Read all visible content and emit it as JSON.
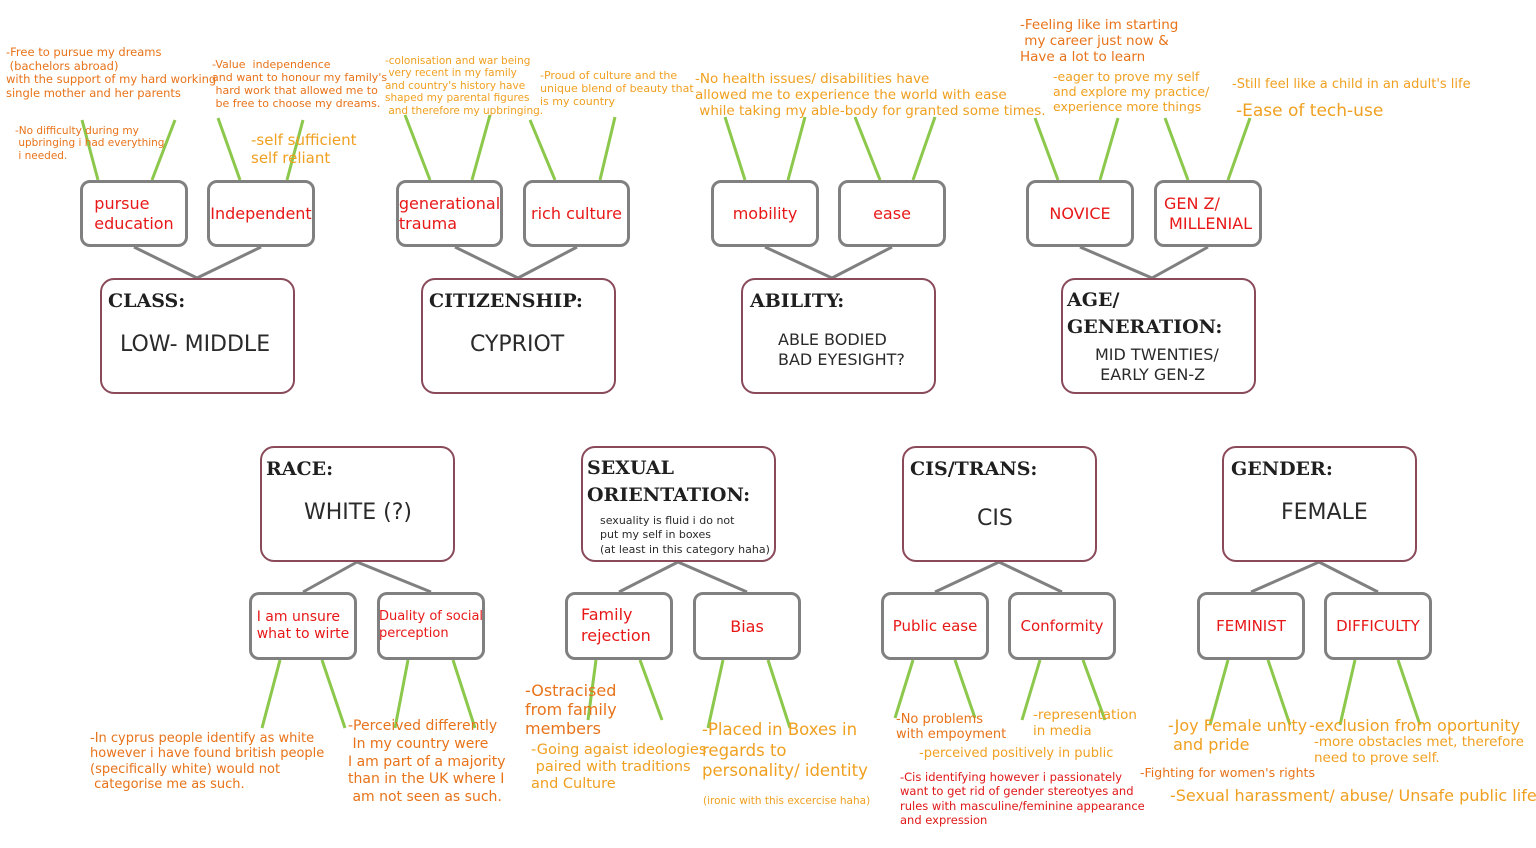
{
  "categories": {
    "class": {
      "head": "CLASS:",
      "value": "LOW- MIDDLE",
      "subs": [
        "pursue\neducation",
        "Independent"
      ]
    },
    "citizenship": {
      "head": "CITIZENSHIP:",
      "value": "CYPRIOT",
      "subs": [
        "generational\ntrauma",
        "rich culture"
      ]
    },
    "ability": {
      "head": "ABILITY:",
      "value": "ABLE BODIED\nBAD EYESIGHT?",
      "subs": [
        "mobility",
        "ease"
      ]
    },
    "age": {
      "head": "AGE/\nGENERATION:",
      "value": "MID TWENTIES/\n EARLY GEN-Z",
      "subs": [
        "NOVICE",
        "GEN Z/\n MILLENIAL"
      ]
    },
    "race": {
      "head": "RACE:",
      "value": "WHITE (?)",
      "subs": [
        "I am unsure\nwhat to wirte",
        "Duality of social\nperception"
      ]
    },
    "sexual": {
      "head": "SEXUAL\nORIENTATION:",
      "value": "sexuality is fluid i do not\nput my self in boxes\n(at least in this category haha)",
      "subs": [
        "Family\nrejection",
        "Bias"
      ]
    },
    "cis": {
      "head": "CIS/TRANS:",
      "value": "CIS",
      "subs": [
        "Public ease",
        "Conformity"
      ]
    },
    "gender": {
      "head": "GENDER:",
      "value": "FEMALE",
      "subs": [
        "FEMINIST",
        "DIFFICULTY"
      ]
    }
  },
  "notes": {
    "class_a": "-Free to pursue my dreams\n (bachelors abroad)\nwith the support of my hard working\nsingle mother and her parents",
    "class_b": "-No difficulty during my\n upbringing i had everything\n i needed.",
    "class_c": "-Value  independence\nand want to honour my family's\n hard work that allowed me to\n be free to choose my dreams.",
    "class_d": "-self sufficient\nself reliant",
    "cit_a": "-colonisation and war being\n very recent in my family\nand country's history have\nshaped my parental figures\n and therefore my upbringing.",
    "cit_b": "-Proud of culture and the\nunique blend of beauty that\nis my country",
    "abil_a": "-No health issues/ disabilities have\nallowed me to experience the world with ease\n while taking my able-body for granted some times.",
    "age_a": "-Feeling like im starting\n my career just now &\nHave a lot to learn",
    "age_b": "-eager to prove my self\nand explore my practice/\nexperience more things",
    "age_c": "-Still feel like a child in an adult's life",
    "age_d": "-Ease of tech-use",
    "race_a": "-In cyprus people identify as white\nhowever i have found british people\n(specifically white) would not\n categorise me as such.",
    "race_b": "-Perceived differently\n In my country were\nI am part of a majority\nthan in the UK where I\n am not seen as such.",
    "sex_a": "-Ostracised\nfrom family\nmembers",
    "sex_b": "-Going agaist ideologies\n paired with traditions\nand Culture",
    "sex_c": "-Placed in Boxes in\nregards to\npersonality/ identity",
    "sex_d": "(ironic with this excercise haha)",
    "cis_a": "-No problems\nwith empoyment",
    "cis_b": "-representation\nin media",
    "cis_c": "-perceived positively in public",
    "cis_d": "-Cis identifying however i passionately\nwant to get rid of gender stereotyes and\nrules with masculine/feminine appearance\nand expression",
    "gen_a": "-Joy Female unity\n and pride",
    "gen_b": "-exclusion from oportunity",
    "gen_c": "-more obstacles met, therefore\nneed to prove self.",
    "gen_d": "-Fighting for women's rights",
    "gen_e": "-Sexual harassment/ abuse/ Unsafe public life"
  },
  "colors": {
    "orange": "#f0a020",
    "dark_orange": "#e8731a",
    "red": "#e81818",
    "line_green": "#8cc84b",
    "line_gray": "#808080",
    "box_border": "#8a4a5a"
  }
}
